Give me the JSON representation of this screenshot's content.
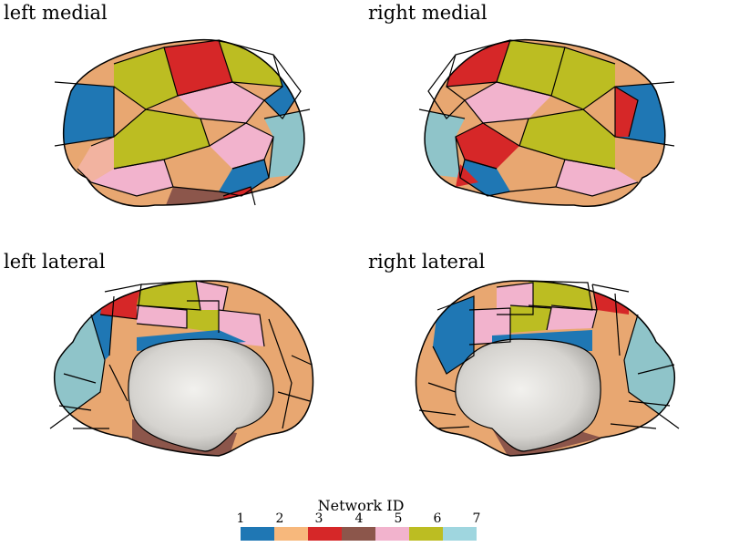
{
  "panels": {
    "left_medial": "left medial",
    "right_medial": "right medial",
    "left_lateral": "left lateral",
    "right_lateral": "right lateral"
  },
  "legend": {
    "title": "Network ID",
    "items": [
      {
        "id": "1",
        "color": "#1f77b4"
      },
      {
        "id": "2",
        "color": "#f7b87c"
      },
      {
        "id": "3",
        "color": "#d62728"
      },
      {
        "id": "4",
        "color": "#8c564b"
      },
      {
        "id": "5",
        "color": "#f2b3cd"
      },
      {
        "id": "6",
        "color": "#bcbd22"
      },
      {
        "id": "7",
        "color": "#9fd6df"
      }
    ]
  },
  "surface_colors": {
    "medial_wall": "#d9d7d2",
    "outline": "#000000"
  }
}
